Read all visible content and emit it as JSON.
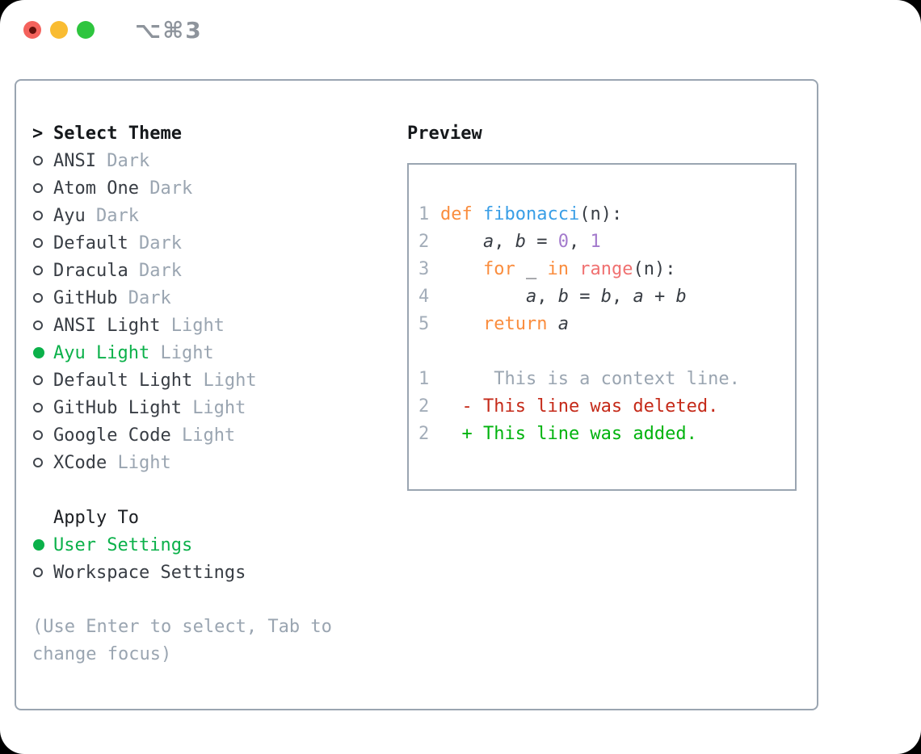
{
  "titlebar": {
    "title": "⌥⌘3",
    "buttons": [
      "close",
      "minimize",
      "zoom"
    ]
  },
  "theme_picker": {
    "prompt": ">",
    "header": "Select Theme",
    "items": [
      {
        "name": "ANSI",
        "variant": "Dark",
        "selected": false
      },
      {
        "name": "Atom One",
        "variant": "Dark",
        "selected": false
      },
      {
        "name": "Ayu",
        "variant": "Dark",
        "selected": false
      },
      {
        "name": "Default",
        "variant": "Dark",
        "selected": false
      },
      {
        "name": "Dracula",
        "variant": "Dark",
        "selected": false
      },
      {
        "name": "GitHub",
        "variant": "Dark",
        "selected": false
      },
      {
        "name": "ANSI Light",
        "variant": "Light",
        "selected": false
      },
      {
        "name": "Ayu Light",
        "variant": "Light",
        "selected": true
      },
      {
        "name": "Default Light",
        "variant": "Light",
        "selected": false
      },
      {
        "name": "GitHub Light",
        "variant": "Light",
        "selected": false
      },
      {
        "name": "Google Code",
        "variant": "Light",
        "selected": false
      },
      {
        "name": "XCode",
        "variant": "Light",
        "selected": false
      }
    ],
    "apply_to": {
      "header": "Apply To",
      "options": [
        {
          "label": "User Settings",
          "selected": true
        },
        {
          "label": "Workspace Settings",
          "selected": false
        }
      ]
    },
    "hint": "(Use Enter to select, Tab to change focus)"
  },
  "preview": {
    "header": "Preview",
    "lines": [
      {
        "num": "1",
        "tokens": [
          {
            "c": "kw",
            "t": "def"
          },
          {
            "c": "",
            "t": " "
          },
          {
            "c": "fn",
            "t": "fibonacci"
          },
          {
            "c": "",
            "t": "(n):"
          }
        ]
      },
      {
        "num": "2",
        "tokens": [
          {
            "c": "",
            "t": "    "
          },
          {
            "c": "var",
            "t": "a"
          },
          {
            "c": "",
            "t": ", "
          },
          {
            "c": "var",
            "t": "b"
          },
          {
            "c": "",
            "t": " = "
          },
          {
            "c": "num",
            "t": "0"
          },
          {
            "c": "",
            "t": ", "
          },
          {
            "c": "num",
            "t": "1"
          }
        ]
      },
      {
        "num": "3",
        "tokens": [
          {
            "c": "",
            "t": "    "
          },
          {
            "c": "kw",
            "t": "for"
          },
          {
            "c": "",
            "t": " _ "
          },
          {
            "c": "kw",
            "t": "in"
          },
          {
            "c": "",
            "t": " "
          },
          {
            "c": "builtin",
            "t": "range"
          },
          {
            "c": "",
            "t": "(n):"
          }
        ]
      },
      {
        "num": "4",
        "tokens": [
          {
            "c": "",
            "t": "        "
          },
          {
            "c": "var",
            "t": "a"
          },
          {
            "c": "",
            "t": ", "
          },
          {
            "c": "var",
            "t": "b"
          },
          {
            "c": "",
            "t": " = "
          },
          {
            "c": "var",
            "t": "b"
          },
          {
            "c": "",
            "t": ", "
          },
          {
            "c": "var",
            "t": "a"
          },
          {
            "c": "",
            "t": " + "
          },
          {
            "c": "var",
            "t": "b"
          }
        ]
      },
      {
        "num": "5",
        "tokens": [
          {
            "c": "",
            "t": "    "
          },
          {
            "c": "kw",
            "t": "return"
          },
          {
            "c": "",
            "t": " "
          },
          {
            "c": "var",
            "t": "a"
          }
        ]
      },
      {
        "num": "",
        "tokens": []
      },
      {
        "num": "1",
        "tokens": [
          {
            "c": "ctx",
            "t": "     This is a context line."
          }
        ]
      },
      {
        "num": "2",
        "tokens": [
          {
            "c": "del",
            "t": "  - This line was deleted."
          }
        ]
      },
      {
        "num": "2",
        "tokens": [
          {
            "c": "add",
            "t": "  + This line was added."
          }
        ]
      }
    ]
  },
  "colors": {
    "selection_green": "#0bb14a",
    "diff_added_green": "#00b30e",
    "diff_deleted_red": "#c52a19",
    "keyword_orange": "#fa8d3e",
    "function_blue": "#399ee6",
    "number_purple": "#a37acc",
    "builtin_salmon": "#f07171",
    "muted_gray": "#9aa5b1",
    "text_dark": "#383d44",
    "panel_border": "#9aa5b1",
    "traffic_red": "#f4625c",
    "traffic_yellow": "#f9bc32",
    "traffic_green": "#2ec53e"
  }
}
